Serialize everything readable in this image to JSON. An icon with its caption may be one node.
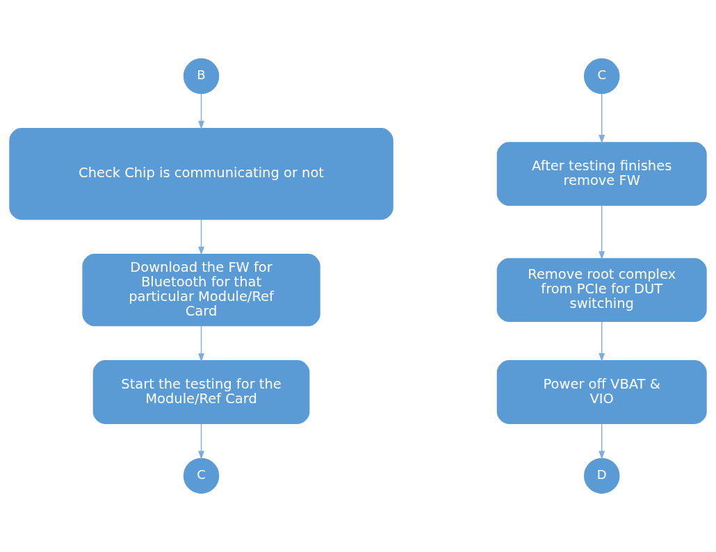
{
  "diagram": {
    "nodes": [
      {
        "text": [
          "B"
        ]
      },
      {
        "text": [
          "Check Chip is communicating or not"
        ]
      },
      {
        "text": [
          "Download the FW for Bluetooth for that particular Module/Ref Card"
        ]
      },
      {
        "text": [
          "Start the testing for the Module/Ref Card"
        ]
      },
      {
        "text": [
          "C"
        ]
      },
      {
        "text": [
          "C"
        ]
      },
      {
        "text": [
          "After testing finishes remove FW"
        ]
      },
      {
        "text": [
          "Remove root complex from PCIe for DUT switching"
        ]
      },
      {
        "text": [
          "Power off VBAT & VIO"
        ]
      },
      {
        "text": [
          "D"
        ]
      }
    ],
    "edges": [
      {
        "from": 0,
        "to": 1,
        "arrow": "to"
      },
      {
        "from": 1,
        "to": 2,
        "arrow": "to"
      },
      {
        "from": 2,
        "to": 3,
        "arrow": "to"
      },
      {
        "from": 3,
        "to": 4,
        "arrow": "to"
      },
      {
        "from": 5,
        "to": 6,
        "arrow": "to"
      },
      {
        "from": 6,
        "to": 7,
        "arrow": "to"
      },
      {
        "from": 7,
        "to": 8,
        "arrow": "to"
      },
      {
        "from": 8,
        "to": 9,
        "arrow": "to"
      }
    ]
  }
}
